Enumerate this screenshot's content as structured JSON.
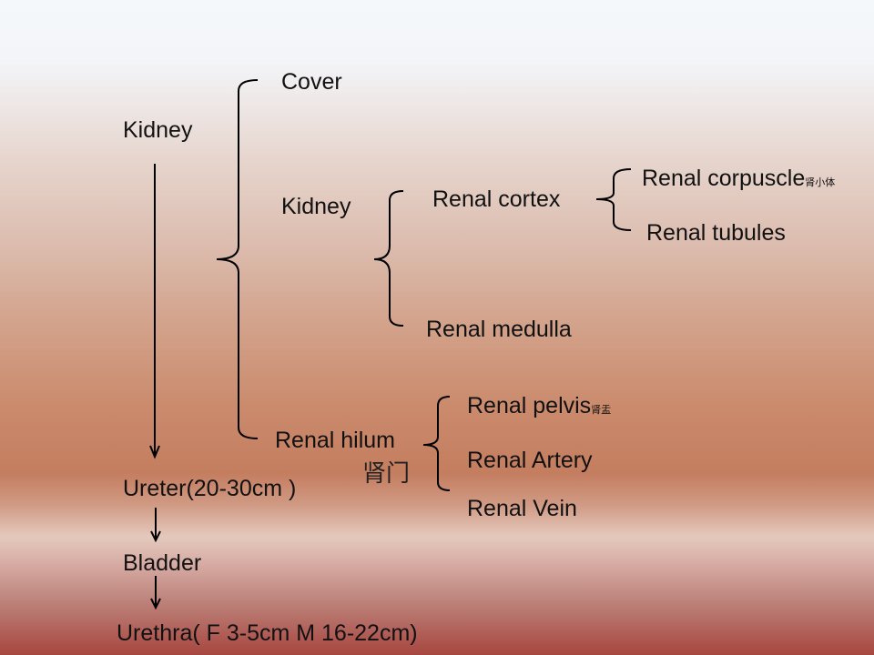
{
  "diagram": {
    "type": "hierarchy-flow",
    "urinary_flow": [
      {
        "label": "Kidney"
      },
      {
        "label": "Ureter(20-30cm )"
      },
      {
        "label": "Bladder"
      },
      {
        "label": "Urethra( F 3-5cm M 16-22cm)"
      }
    ],
    "kidney_parts": {
      "cover": "Cover",
      "kidney": "Kidney",
      "hilum": "Renal hilum",
      "hilum_cn": "肾门"
    },
    "kidney_subparts": {
      "cortex": "Renal cortex",
      "medulla": "Renal medulla"
    },
    "cortex_subparts": {
      "corpuscle": "Renal corpuscle",
      "corpuscle_cn": "肾小体",
      "tubules": "Renal tubules"
    },
    "hilum_subparts": {
      "pelvis": "Renal pelvis",
      "pelvis_cn": "肾盂",
      "artery": "Renal Artery",
      "vein": "Renal Vein"
    },
    "colors": {
      "text": "#111111",
      "bg_top": "#f5f8fb",
      "bg_mid": "#c47d5f",
      "bg_bottom": "#a7463f"
    }
  }
}
